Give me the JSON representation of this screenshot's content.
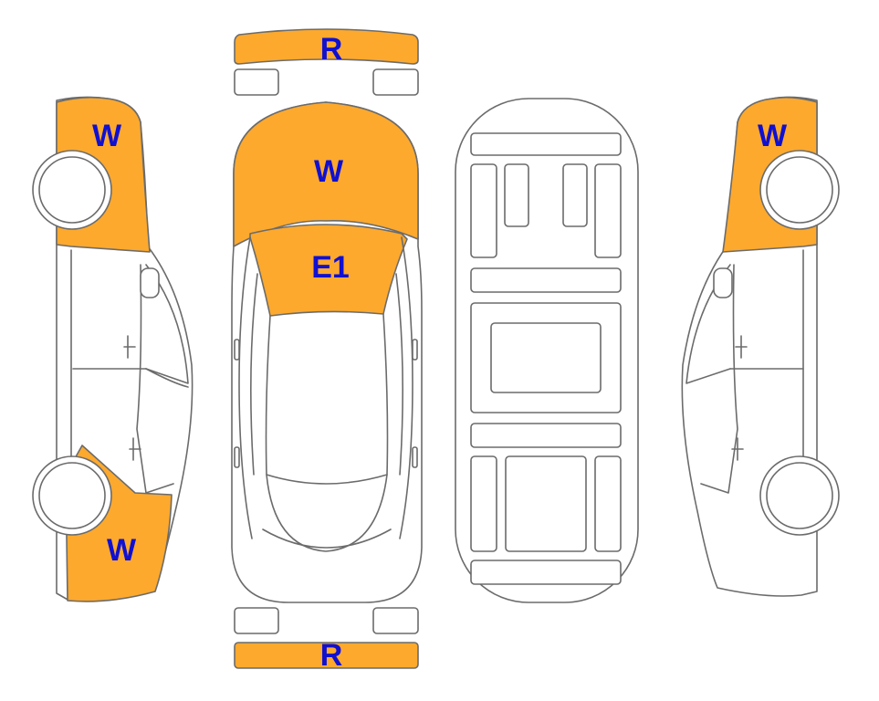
{
  "colors": {
    "damage_fill": "#FDA92D",
    "label_text": "#1010D0",
    "outline": "#6b6b6b",
    "background": "#ffffff"
  },
  "labels": {
    "rear_bumper_top": "R",
    "left_side_front_fender": "W",
    "left_side_rear_quarter": "W",
    "top_hood": "W",
    "top_windshield": "E1",
    "right_side_front_fender": "W",
    "rear_bumper_bottom": "R"
  }
}
